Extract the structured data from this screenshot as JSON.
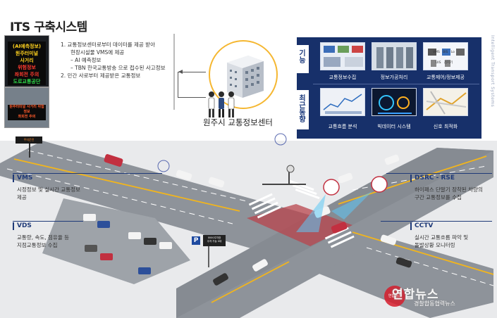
{
  "title": "ITS 구축시스템",
  "vms_photo_1": {
    "lines": [
      "(AI예측정보)",
      "원주터미널",
      "사거리",
      "위험정보",
      "좌회전 주의",
      "도로교통공단"
    ]
  },
  "vms_photo_2": {
    "lines": [
      "원주터미널 사거리 위험정보",
      "좌회전 주의"
    ]
  },
  "description": {
    "item1": "1.  교통정보센터로부터 데이터를 제공 받아",
    "item1b": "현장시설물 VMS에 제공",
    "item1_sub1": "–  AI 예측정보",
    "item1_sub2": "–  TBN  한국교통방송 으로 접수된 사고정보",
    "item2": "2.  민간 사로부터 제공받은 교통정보"
  },
  "center": {
    "label": "원주시 교통정보센터"
  },
  "panel": {
    "label_function": "기능",
    "label_recent": "최근동향",
    "function_items": [
      {
        "caption": "교통정보수집",
        "icon": "monitor-icon"
      },
      {
        "caption": "정보가공처리",
        "icon": "server-room-icon"
      },
      {
        "caption": "교통제어/정보제공",
        "icon": "control-icon"
      }
    ],
    "function_sub_labels": [
      "VMS",
      "BIS",
      "Lo",
      "UIS",
      "검지기"
    ],
    "recent_items": [
      {
        "caption": "교통흐름 분석",
        "icon": "analysis-icon"
      },
      {
        "caption": "빅데이터 시스템",
        "icon": "bigdata-icon"
      },
      {
        "caption": "신호 최적화",
        "icon": "signal-map-icon"
      }
    ],
    "side_text": "Intelligent Transport Systems"
  },
  "callouts": {
    "vms": {
      "head": "VMS",
      "body": [
        "시정정보 및 실시간 교통정보",
        "제공"
      ]
    },
    "vds": {
      "head": "VDS",
      "body": [
        "교통량, 속도, 점유율 등",
        "지점교통정보 수집"
      ]
    },
    "dsrc": {
      "head": "DSRC - RSE",
      "body": [
        "하이패스 단말기 장착된 차량의",
        "구간 교통정보를 수집"
      ]
    },
    "cctv": {
      "head": "CCTV",
      "body": [
        "실시간 교통흐름 파악 및",
        "돌발상황 모니터링"
      ]
    }
  },
  "parking": {
    "sign": "P",
    "board": [
      "0000주차장",
      "주차 가능 0대"
    ]
  },
  "road_vms": {
    "text": "주의운전"
  },
  "watermark": {
    "main": "연합뉴스",
    "sub": "경찰합동협력뉴스",
    "logo": "연합뉴스"
  },
  "colors": {
    "panel_bg": "#17306a",
    "accent_blue": "#1f3a78",
    "building_ring": "#f5b731",
    "road_surface": "#8e939a",
    "lane_yellow": "#f2b51c",
    "crosswalk_red": "#b8444c"
  }
}
